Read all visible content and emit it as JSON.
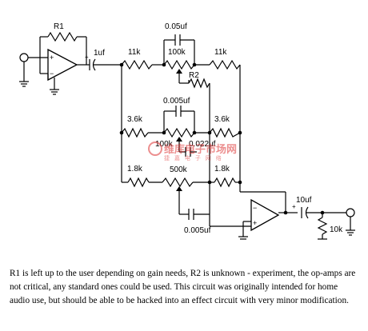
{
  "labels": {
    "r1": "R1",
    "c_in": "1uf",
    "r_top_left": "11k",
    "c_top": "0.05uf",
    "pot_top": "100k",
    "r_top_right": "11k",
    "r2": "R2",
    "c_mid": "0.005uf",
    "r_mid_left": "3.6k",
    "pot_mid": "100k",
    "r_mid_right": "3.6k",
    "c_low": "0.022uf",
    "r_low_left": "1.8k",
    "pot_low": "500k",
    "r_low_right": "1.8k",
    "c_bottom": "0.005uf",
    "c_out": "10uf",
    "r_out": "10k"
  },
  "watermark": {
    "line1": "维库电子市场网",
    "line2": "捷 嘉 电 子 网 络"
  },
  "caption": "R1 is left up to the user depending on gain needs, R2 is unknown - experiment, the op-amps are not critical, any standard ones could be used.  This circuit was originally intended for home audio use, but should be able to be hacked into an effect circuit with very minor modification."
}
